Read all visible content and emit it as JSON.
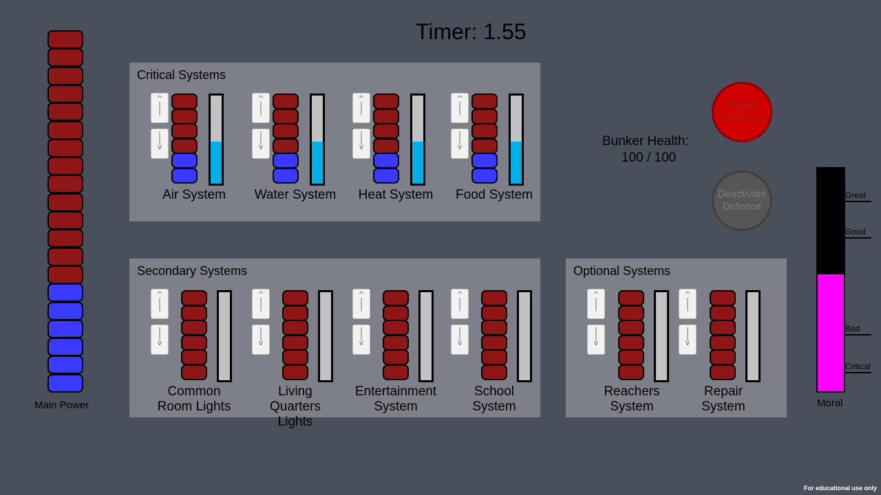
{
  "timer": {
    "label": "Timer: 1.55"
  },
  "main_power": {
    "label": "Main Power",
    "red_cells": 14,
    "blue_cells": 6
  },
  "bunker": {
    "title": "Bunker Health:",
    "value": "100 / 100"
  },
  "activate_button": {
    "label": "Activate Defence"
  },
  "deactivate_button": {
    "label": "Deactivate Defence"
  },
  "panels": {
    "critical": {
      "title": "Critical Systems",
      "systems": [
        {
          "label": "Air System",
          "red_cells": 4,
          "blue_cells": 2,
          "fill_pct": 48
        },
        {
          "label": "Water System",
          "red_cells": 4,
          "blue_cells": 2,
          "fill_pct": 48
        },
        {
          "label": "Heat System",
          "red_cells": 4,
          "blue_cells": 2,
          "fill_pct": 48
        },
        {
          "label": "Food System",
          "red_cells": 4,
          "blue_cells": 2,
          "fill_pct": 48
        }
      ]
    },
    "secondary": {
      "title": "Secondary Systems",
      "systems": [
        {
          "label": "Common Room Lights",
          "red_cells": 6,
          "blue_cells": 0,
          "fill_pct": 0
        },
        {
          "label": "Living Quarters Lights",
          "red_cells": 6,
          "blue_cells": 0,
          "fill_pct": 0
        },
        {
          "label": "Entertainment System",
          "red_cells": 6,
          "blue_cells": 0,
          "fill_pct": 0
        },
        {
          "label": "School System",
          "red_cells": 6,
          "blue_cells": 0,
          "fill_pct": 0
        }
      ]
    },
    "optional": {
      "title": "Optional Systems",
      "systems": [
        {
          "label": "Reachers System",
          "red_cells": 6,
          "blue_cells": 0,
          "fill_pct": 0
        },
        {
          "label": "Repair System",
          "red_cells": 6,
          "blue_cells": 0,
          "fill_pct": 0
        }
      ]
    }
  },
  "moral": {
    "label": "Moral",
    "level_pct": 53,
    "marks": [
      "Great",
      "Good",
      "Bad",
      "Critical"
    ]
  },
  "watermark": "For educational use only",
  "colors": {
    "background": "#4a505b",
    "panel": "#7d8089",
    "cell_red": "#8f1616",
    "cell_blue": "#3a3afc",
    "gauge_fill": "#00b0e6",
    "moral_fill": "#ff00ff",
    "activate": "#d10000",
    "deactivate": "#565656"
  },
  "icons": {
    "up_button": "up-arrow-icon",
    "down_button": "down-arrow-icon"
  }
}
